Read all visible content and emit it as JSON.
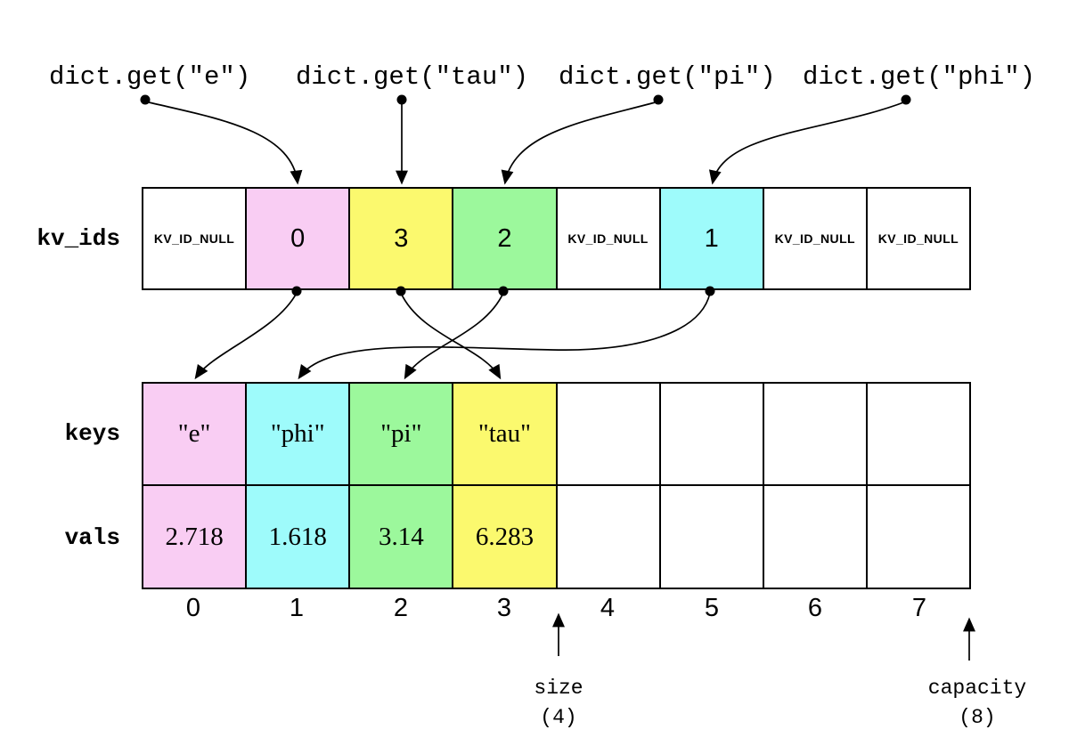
{
  "queries": [
    {
      "label": "dict.get(\"e\")",
      "target_bucket": 1
    },
    {
      "label": "dict.get(\"tau\")",
      "target_bucket": 2
    },
    {
      "label": "dict.get(\"pi\")",
      "target_bucket": 3
    },
    {
      "label": "dict.get(\"phi\")",
      "target_bucket": 5
    }
  ],
  "arrays": {
    "kv_ids": {
      "label": "kv_ids",
      "cells": [
        {
          "text": "KV_ID_NULL",
          "bg": "white"
        },
        {
          "text": "0",
          "bg": "pink"
        },
        {
          "text": "3",
          "bg": "yellow"
        },
        {
          "text": "2",
          "bg": "green"
        },
        {
          "text": "KV_ID_NULL",
          "bg": "white"
        },
        {
          "text": "1",
          "bg": "cyan"
        },
        {
          "text": "KV_ID_NULL",
          "bg": "white"
        },
        {
          "text": "KV_ID_NULL",
          "bg": "white"
        }
      ]
    },
    "keys": {
      "label": "keys",
      "cells": [
        {
          "text": "\"e\"",
          "bg": "pink"
        },
        {
          "text": "\"phi\"",
          "bg": "cyan"
        },
        {
          "text": "\"pi\"",
          "bg": "green"
        },
        {
          "text": "\"tau\"",
          "bg": "yellow"
        },
        {
          "text": "",
          "bg": "white"
        },
        {
          "text": "",
          "bg": "white"
        },
        {
          "text": "",
          "bg": "white"
        },
        {
          "text": "",
          "bg": "white"
        }
      ]
    },
    "vals": {
      "label": "vals",
      "cells": [
        {
          "text": "2.718",
          "bg": "pink"
        },
        {
          "text": "1.618",
          "bg": "cyan"
        },
        {
          "text": "3.14",
          "bg": "green"
        },
        {
          "text": "6.283",
          "bg": "yellow"
        },
        {
          "text": "",
          "bg": "white"
        },
        {
          "text": "",
          "bg": "white"
        },
        {
          "text": "",
          "bg": "white"
        },
        {
          "text": "",
          "bg": "white"
        }
      ]
    }
  },
  "indices": [
    "0",
    "1",
    "2",
    "3",
    "4",
    "5",
    "6",
    "7"
  ],
  "annotations": {
    "size_label": "size",
    "size_value": "(4)",
    "capacity_label": "capacity",
    "capacity_value": "(8)"
  },
  "connections": {
    "query_to_bucket": [
      {
        "query": "dict.get(\"e\")",
        "bucket": 1
      },
      {
        "query": "dict.get(\"tau\")",
        "bucket": 2
      },
      {
        "query": "dict.get(\"pi\")",
        "bucket": 3
      },
      {
        "query": "dict.get(\"phi\")",
        "bucket": 5
      }
    ],
    "bucket_to_slot": [
      {
        "bucket": 1,
        "kv_id": 0
      },
      {
        "bucket": 2,
        "kv_id": 3
      },
      {
        "bucket": 3,
        "kv_id": 2
      },
      {
        "bucket": 5,
        "kv_id": 1
      }
    ]
  },
  "palette": {
    "pink": "#f9cdf3",
    "yellow": "#fbf96e",
    "green": "#9cf89c",
    "cyan": "#9efbfb",
    "white": "#ffffff"
  }
}
